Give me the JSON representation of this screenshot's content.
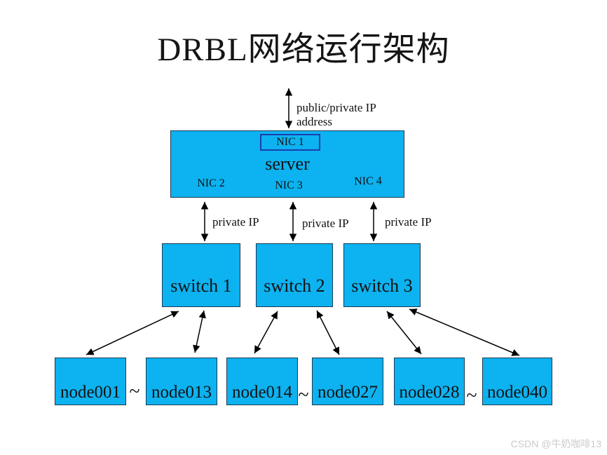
{
  "title": "DRBL网络运行架构",
  "server": {
    "label": "server",
    "nic1": "NIC 1",
    "nic2": "NIC 2",
    "nic3": "NIC 3",
    "nic4": "NIC 4"
  },
  "labels": {
    "public_line1": "public/private IP",
    "public_line2": "address",
    "private_ip": [
      "private IP",
      "private IP",
      "private IP"
    ]
  },
  "switches": [
    {
      "label": "switch 1"
    },
    {
      "label": "switch 2"
    },
    {
      "label": "switch 3"
    }
  ],
  "nodes": [
    {
      "label": "node001"
    },
    {
      "label": "node013"
    },
    {
      "label": "node014"
    },
    {
      "label": "node027"
    },
    {
      "label": "node028"
    },
    {
      "label": "node040"
    }
  ],
  "tilde": "~",
  "watermark": "CSDN @牛奶咖啡13",
  "colors": {
    "box_fill": "#0db2f0",
    "box_border": "#1c3a52",
    "nic_border": "#1d3fae",
    "arrow": "#000000",
    "text": "#111111",
    "watermark_text": "#cbcbcb"
  }
}
